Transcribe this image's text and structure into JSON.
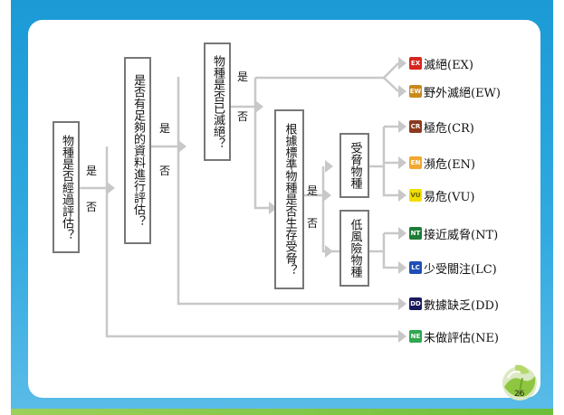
{
  "boxes": {
    "evaluated": "物種是否經過評估？",
    "enough_data": "是否有足夠的資料進行評估？",
    "extinct": "物種是否已滅絕？",
    "threatened": "根據標準物種是否生存受脅？",
    "threatened_group": "受脅物種",
    "low_risk_group": "低風險物種"
  },
  "labels": {
    "yes": "是",
    "no": "否"
  },
  "outcomes": [
    {
      "code": "EX",
      "text": "滅絕(EX)",
      "color": "#d7261e"
    },
    {
      "code": "EW",
      "text": "野外滅絕(EW)",
      "color": "#c98a1c"
    },
    {
      "code": "CR",
      "text": "極危(CR)",
      "color": "#8b3a1e"
    },
    {
      "code": "EN",
      "text": "瀕危(EN)",
      "color": "#f0a830"
    },
    {
      "code": "VU",
      "text": "易危(VU)",
      "color": "#f2dd00"
    },
    {
      "code": "NT",
      "text": "接近威脅(NT)",
      "color": "#1d7d36"
    },
    {
      "code": "LC",
      "text": "少受關注(LC)",
      "color": "#1f4fb5"
    },
    {
      "code": "DD",
      "text": "數據缺乏(DD)",
      "color": "#1a1a5e"
    },
    {
      "code": "NE",
      "text": "未做評估(NE)",
      "color": "#2fa84f"
    }
  ],
  "page_number": "26",
  "colors": {
    "connector": "#c8c8c8",
    "box_border": "#777777",
    "background": "#1b9ad6"
  },
  "icons": {
    "logo": "globe-leaf-logo-icon"
  }
}
